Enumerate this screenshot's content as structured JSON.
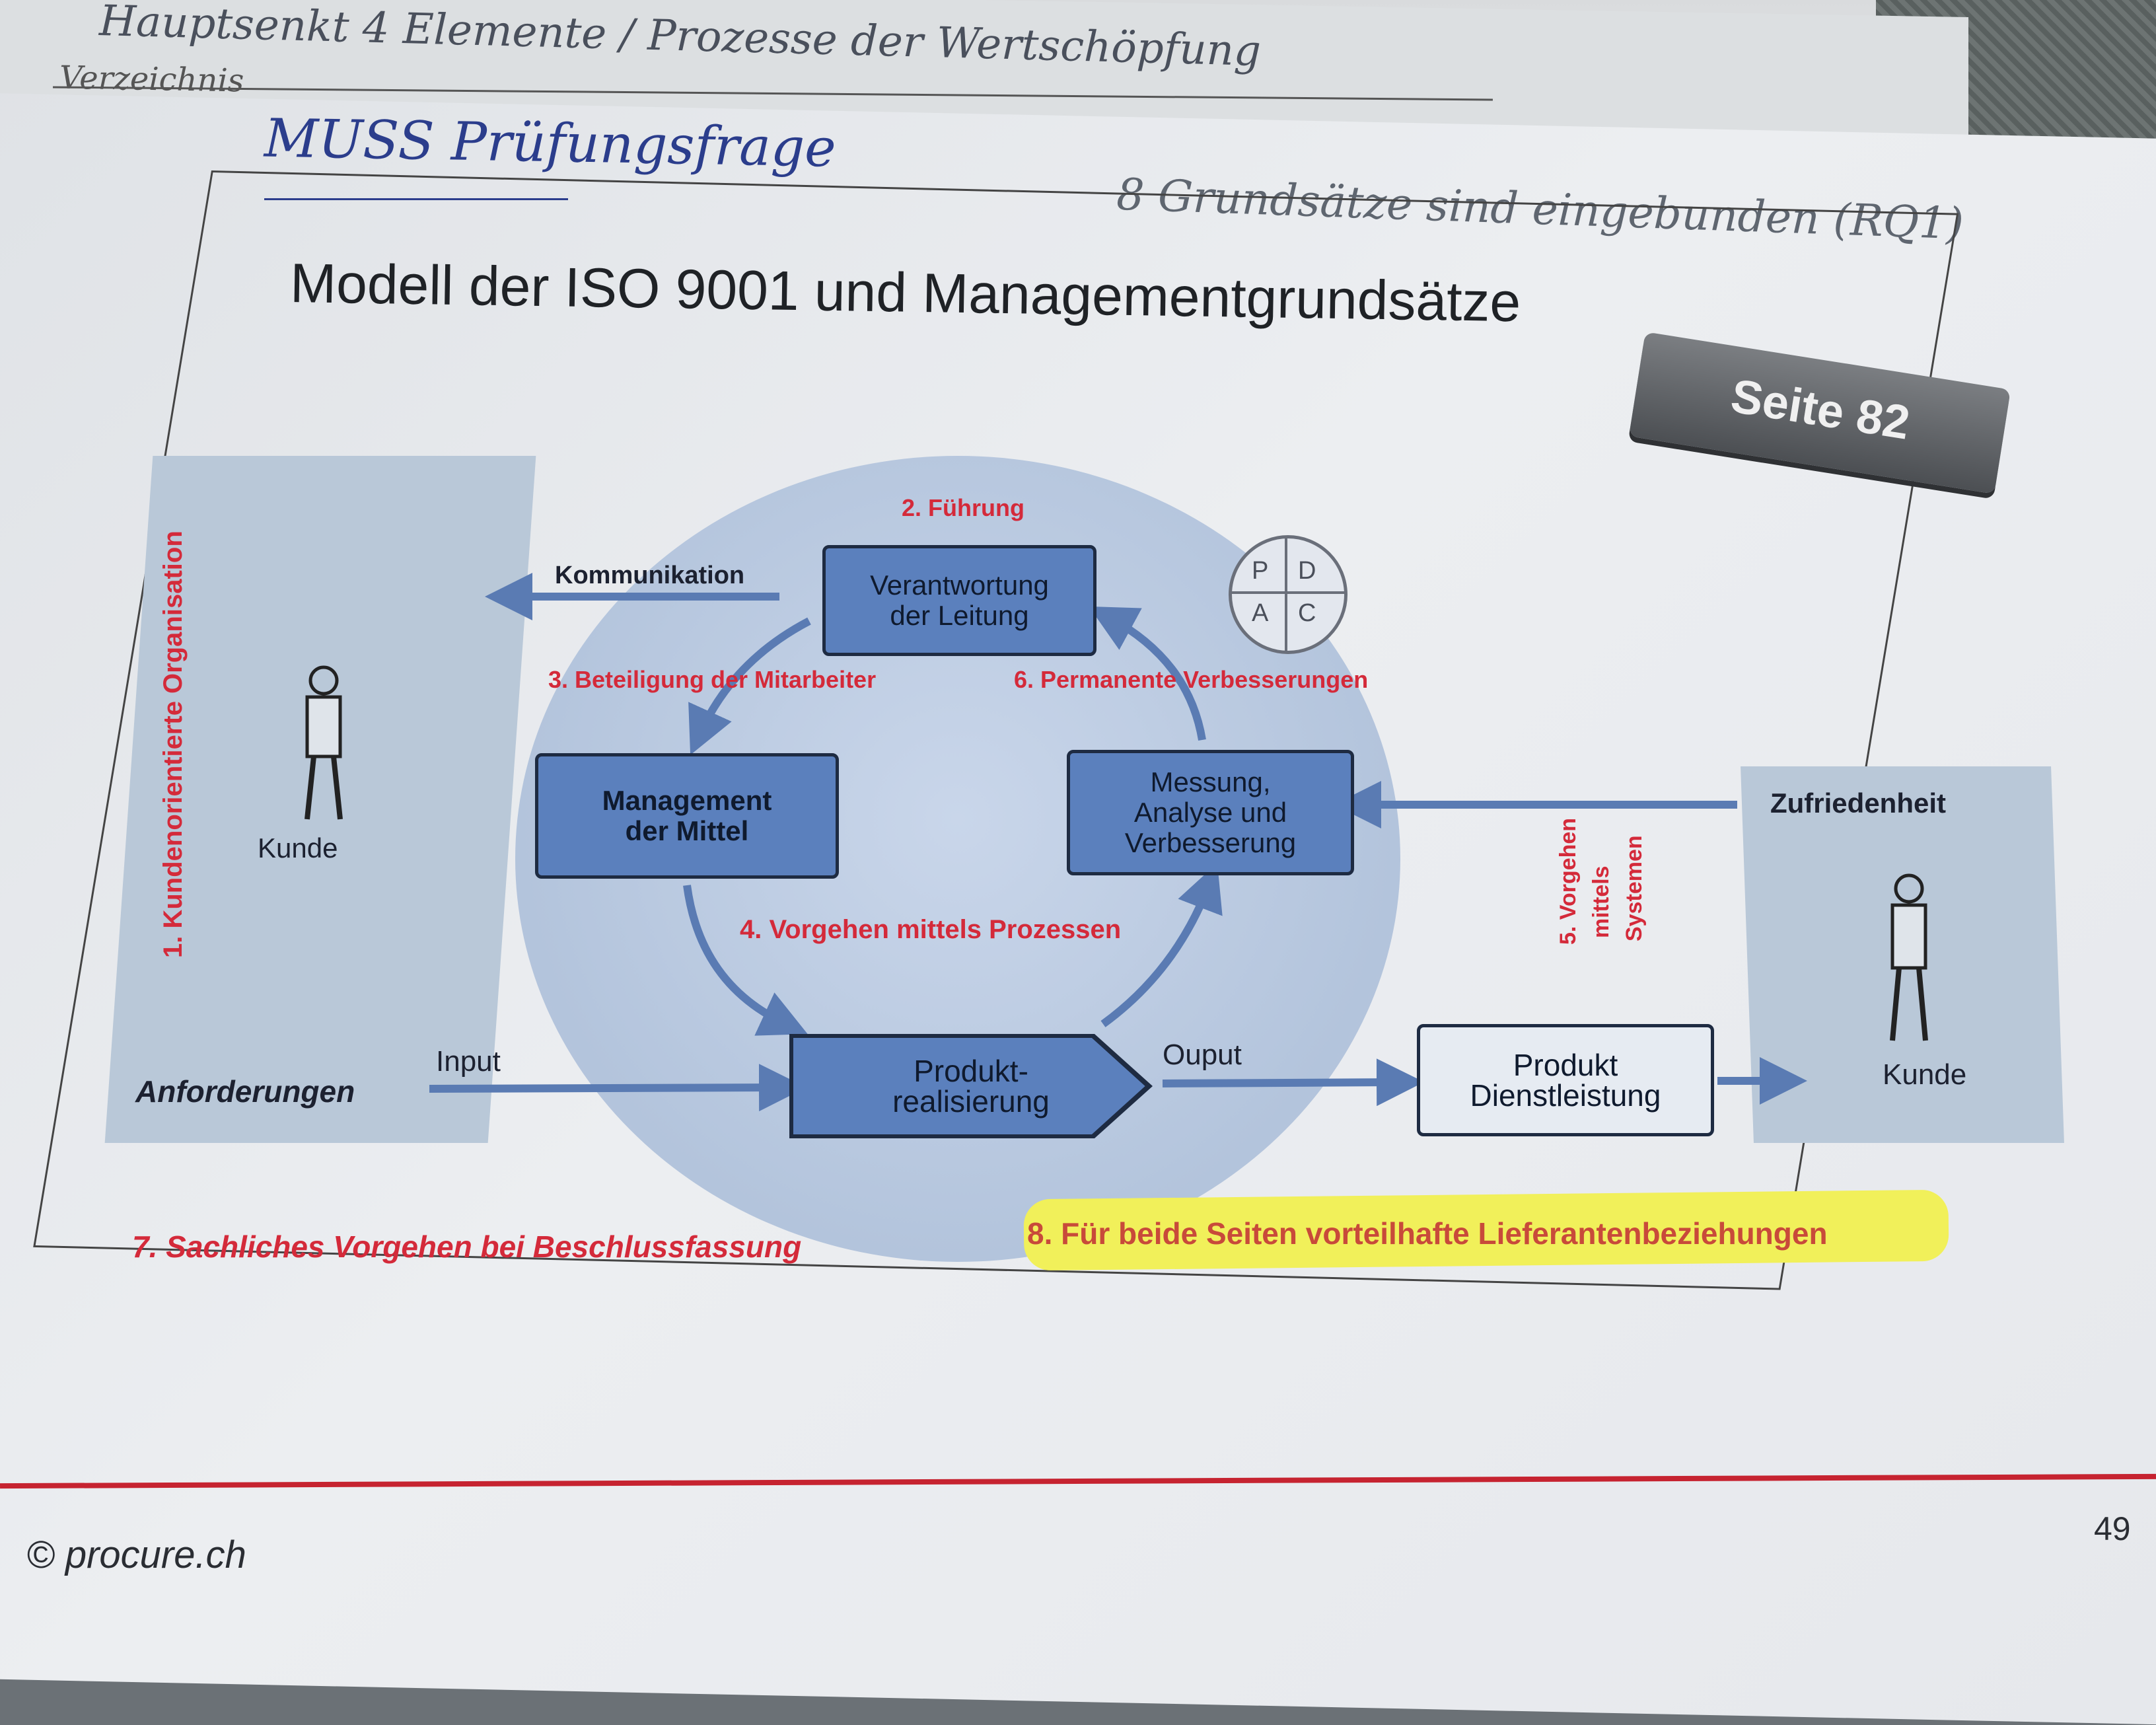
{
  "handwriting": {
    "top_line": "Hauptsenkt 4 Elemente / Prozesse der Wertschöpfung",
    "top_line2": "Verzeichnis",
    "blue_note": "MUSS Prüfungsfrage",
    "right_note": "8 Grundsätze sind eingebunden (RQ1)"
  },
  "slide": {
    "title": "Modell der ISO 9001 und Managementgrundsätze",
    "badge": "Seite 82",
    "footer_copyright": "© procure.ch",
    "page_number": "49"
  },
  "diagram": {
    "left_panel_label": "1. Kundenorientierte Organisation",
    "left_customer": "Kunde",
    "requirements": "Anforderungen",
    "input": "Input",
    "communication": "Kommunikation",
    "principle_2": "2. Führung",
    "principle_3": "3. Beteiligung der Mitarbeiter",
    "principle_4": "4. Vorgehen mittels Prozessen",
    "principle_5_a": "5. Vorgehen",
    "principle_5_b": "mittels",
    "principle_5_c": "Systemen",
    "principle_6": "6. Permanente Verbesserungen",
    "principle_7": "7. Sachliches Vorgehen bei Beschlussfassung",
    "principle_8": "8. Für beide Seiten vorteilhafte Lieferantenbeziehungen",
    "box_leadership_1": "Verantwortung",
    "box_leadership_2": "der Leitung",
    "box_resources_1": "Management",
    "box_resources_2": "der Mittel",
    "box_measure_1": "Messung,",
    "box_measure_2": "Analyse und",
    "box_measure_3": "Verbesserung",
    "box_product_1": "Produkt-",
    "box_product_2": "realisierung",
    "output": "Ouput",
    "box_service_1": "Produkt",
    "box_service_2": "Dienstleistung",
    "satisfaction": "Zufriedenheit",
    "right_customer": "Kunde",
    "pdca": [
      "P",
      "D",
      "A",
      "C"
    ]
  },
  "colors": {
    "accent_red": "#d42a3a",
    "box_blue": "#5b80bd",
    "highlight": "#f1f05a"
  }
}
